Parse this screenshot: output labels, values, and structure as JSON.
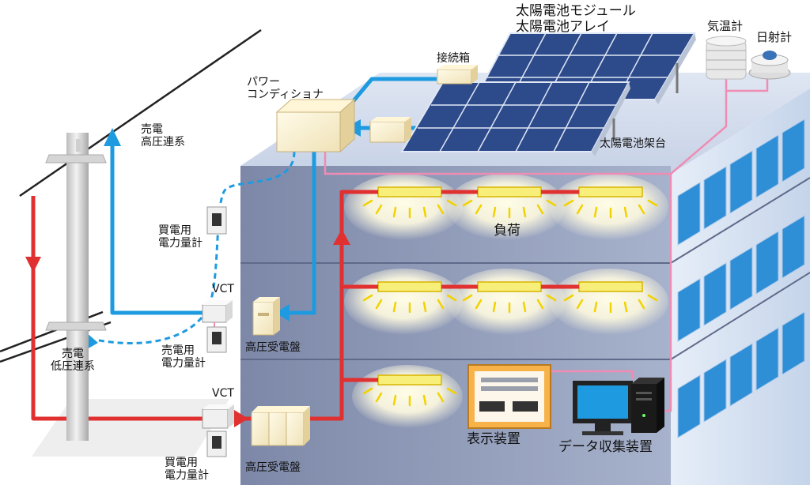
{
  "labels": {
    "solar_module": [
      "太陽電池モジュール",
      "太陽電池アレイ"
    ],
    "thermometer": "気温計",
    "pyranometer": "日射計",
    "junction_box": "接続箱",
    "power_conditioner": [
      "パワー",
      "コンディショナ"
    ],
    "solar_mount": "太陽電池架台",
    "sell_high_voltage": [
      "売電",
      "高圧連系"
    ],
    "buy_meter_top": [
      "買電用",
      "電力量計"
    ],
    "vct_upper": "VCT",
    "vct_lower": "VCT",
    "sell_meter": [
      "売電用",
      "電力量計"
    ],
    "hv_panel_upper": "高圧受電盤",
    "sell_low_voltage": [
      "売電",
      "低圧連系"
    ],
    "load": "負荷",
    "display": "表示装置",
    "data_collector": "データ収集装置",
    "buy_meter_bottom": [
      "買電用",
      "電力量計"
    ],
    "hv_panel_lower": "高圧受電盤"
  },
  "colors": {
    "purchase_flow": "#e03030",
    "solar_flow": "#1e9be0",
    "signal_line": "#f08cb4",
    "building_face": "#8e9ab8",
    "building_side": "#d6e2f2",
    "window": "#2e8ed6",
    "panel": "#2d4a8a"
  }
}
